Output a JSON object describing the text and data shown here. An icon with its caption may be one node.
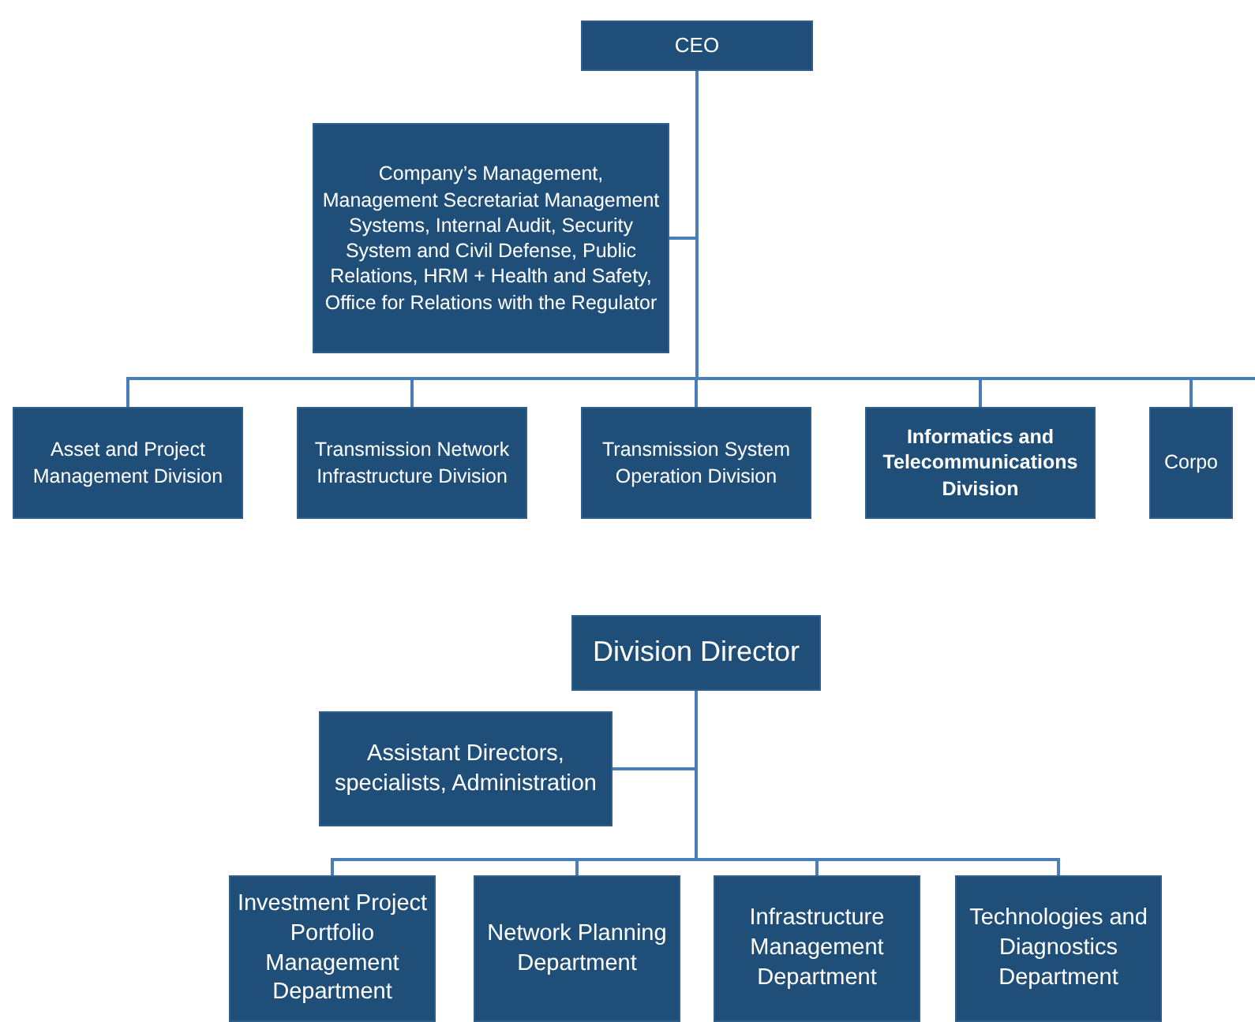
{
  "diagram": {
    "nodes": [
      {
        "text": [
          "CEO"
        ]
      },
      {
        "text": [
          "Company’s Management, Management Secretariat Management Systems, Internal Audit, Security System and Civil Defense, Public Relations, HRM + Health and Safety, Office for Relations with the Regulator"
        ]
      },
      {
        "text": [
          "Asset  and Project Management Division"
        ]
      },
      {
        "text": [
          "Transmission Network Infrastructure Division"
        ]
      },
      {
        "text": [
          "Transmission System Operation Division"
        ]
      },
      {
        "text": [
          "Informatics and Telecommunications Division"
        ]
      },
      {
        "text": [
          "Corpo"
        ]
      },
      {
        "text": [
          "Division Director"
        ]
      },
      {
        "text": [
          "Assistant Directors, specialists, Administration"
        ]
      },
      {
        "text": [
          "Investment Project Portfolio Management Department"
        ]
      },
      {
        "text": [
          "Network Planning Department"
        ]
      },
      {
        "text": [
          "Infrastructure Management Department"
        ]
      },
      {
        "text": [
          "Technologies and Diagnostics Department"
        ]
      }
    ],
    "edges": [
      {
        "from": 0,
        "to": 1,
        "arrow": "none"
      },
      {
        "from": 0,
        "to": 2,
        "arrow": "none"
      },
      {
        "from": 0,
        "to": 3,
        "arrow": "none"
      },
      {
        "from": 0,
        "to": 4,
        "arrow": "none"
      },
      {
        "from": 0,
        "to": 5,
        "arrow": "none"
      },
      {
        "from": 0,
        "to": 6,
        "arrow": "none"
      },
      {
        "from": 0,
        "to": null,
        "arrow": "none"
      },
      {
        "from": 7,
        "to": 8,
        "arrow": "none"
      },
      {
        "from": 7,
        "to": 9,
        "arrow": "none"
      },
      {
        "from": 7,
        "to": 10,
        "arrow": "none"
      },
      {
        "from": 7,
        "to": 11,
        "arrow": "none"
      },
      {
        "from": 7,
        "to": 12,
        "arrow": "none"
      }
    ]
  }
}
